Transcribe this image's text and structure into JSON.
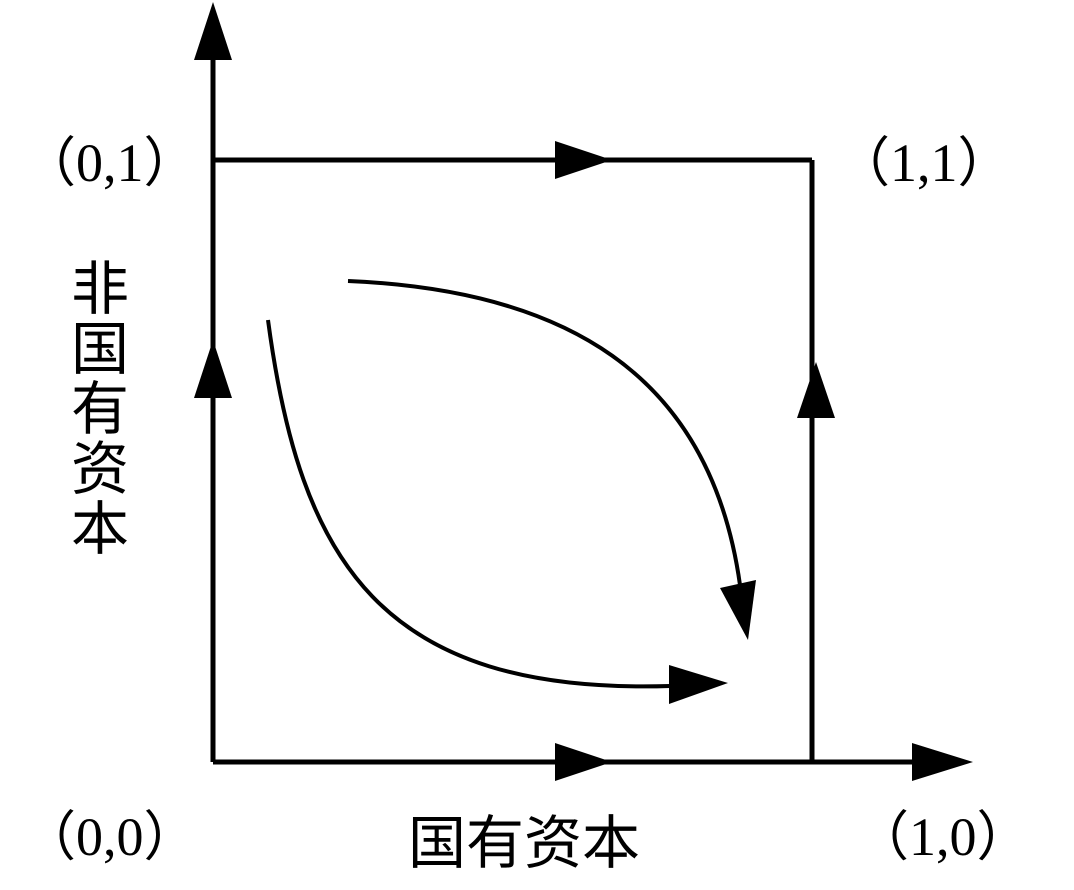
{
  "labels": {
    "corner_top_left": "（0,1）",
    "corner_top_right": "（1,1）",
    "corner_bottom_left": "（0,0）",
    "corner_bottom_right": "（1,0）",
    "x_axis": "国有资本",
    "y_axis": "非国有资本"
  },
  "colors": {
    "stroke": "#000000",
    "background": "#ffffff"
  }
}
